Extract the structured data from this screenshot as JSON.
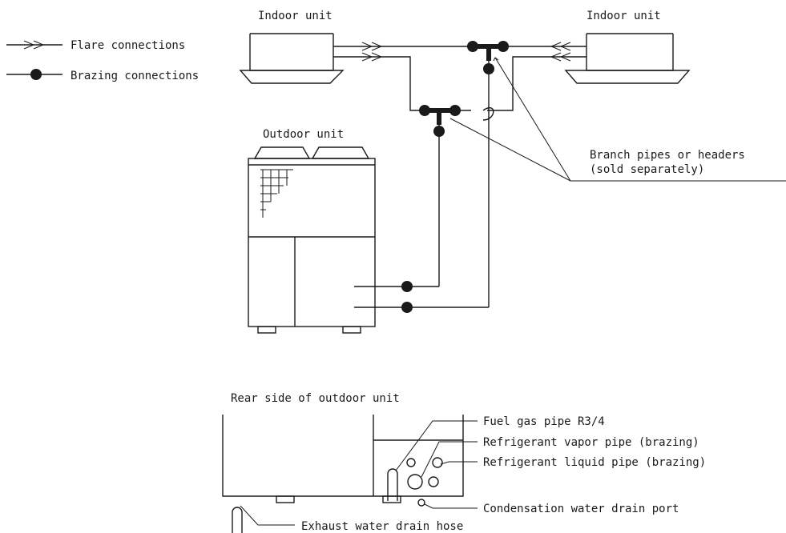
{
  "legend": {
    "flare": "Flare connections",
    "brazing": "Brazing connections"
  },
  "units": {
    "indoor_left": "Indoor unit",
    "indoor_right": "Indoor unit",
    "outdoor": "Outdoor unit"
  },
  "annotations": {
    "branch_line1": "Branch pipes or headers",
    "branch_line2": "(sold separately)"
  },
  "rear": {
    "title": "Rear side of outdoor unit",
    "fuel_gas": "Fuel gas pipe R3/4",
    "vapor": "Refrigerant vapor pipe (brazing)",
    "liquid": "Refrigerant liquid pipe (brazing)",
    "drain_port": "Condensation water drain port",
    "drain_hose": "Exhaust water drain hose"
  }
}
